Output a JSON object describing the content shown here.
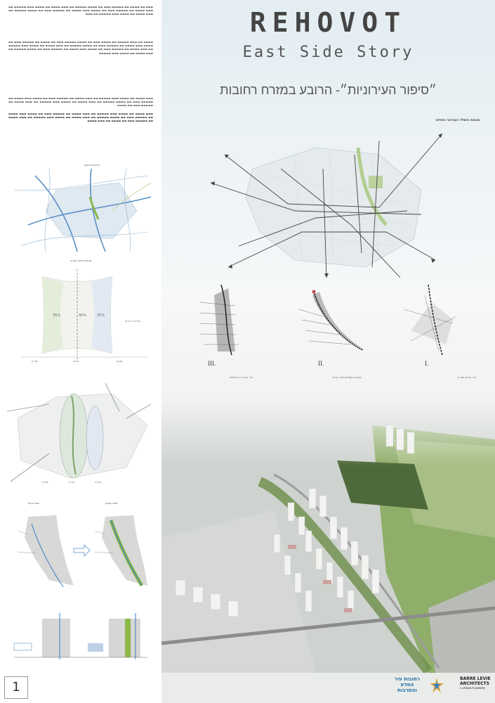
{
  "header": {
    "title": "REHOVOT",
    "subtitle": "East Side Story",
    "hebrew_title": "״סיפור העירוניות״- הרובע במזרח רחובות"
  },
  "labels": {
    "map_title": "סכמת השלד העירוני החדש",
    "inset_map_title": "רחובות בתוכן",
    "bands_title": "סכמת מרכז עירוני",
    "bands_pct_left": "35%",
    "bands_pct_mid": "40%",
    "bands_pct_right": "25%",
    "bands_side_note": "שוליים עירוניים",
    "bands_axis_west": "מערב",
    "bands_axis_center": "מרכז",
    "bands_axis_east": "מזרח",
    "compare_a": "מצב קיים",
    "compare_b": "מצב מוצע"
  },
  "stages": [
    {
      "roman": "I.",
      "caption": "ציר עירוני מערבי"
    },
    {
      "roman": "II.",
      "caption": "הפיכת השוליים לציר עירוני"
    },
    {
      "roman": "III.",
      "caption": "ציר עירוני רב תכליתי"
    }
  ],
  "footer": {
    "page_number": "1",
    "logo_city": "רחובות עיר המדע והתרבות",
    "logo_firm": "BARRE LEVIE",
    "logo_firm_2": "ARCHITECTS",
    "logo_firm_3": "& URBAN PLANNERS"
  },
  "colors": {
    "accent_green": "#8db84a",
    "accent_blue": "#3a7fc1",
    "title_gray": "#444444"
  }
}
